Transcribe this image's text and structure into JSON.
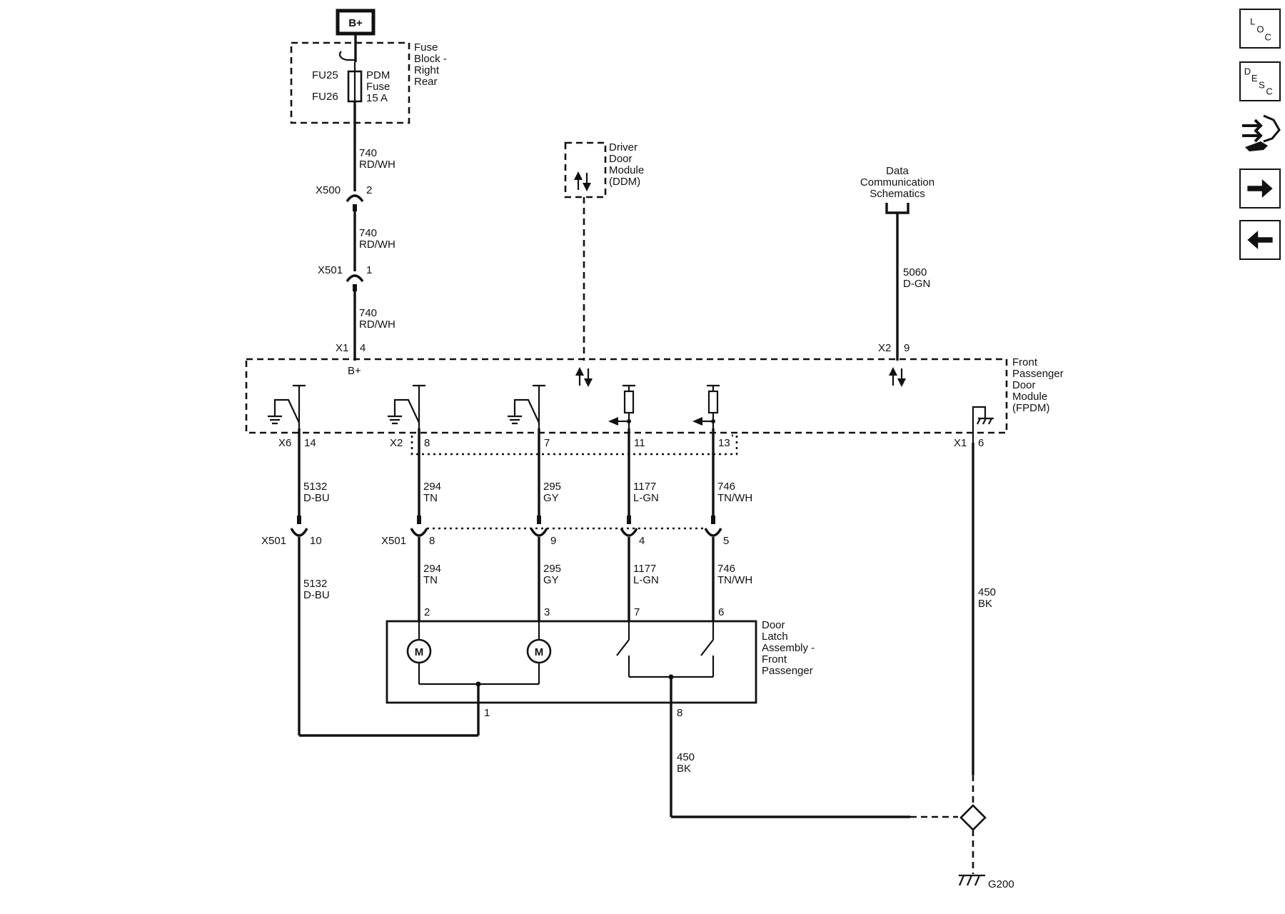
{
  "power_source": "B+",
  "fuse_block": {
    "title": [
      "Fuse",
      "Block -",
      "Right",
      "Rear"
    ],
    "fuse_ids": [
      "FU25",
      "FU26"
    ],
    "fuse_name": [
      "PDM",
      "Fuse",
      "15 A"
    ]
  },
  "feed_wires": [
    {
      "circuit": "740",
      "color": "RD/WH"
    },
    {
      "circuit": "740",
      "color": "RD/WH"
    },
    {
      "circuit": "740",
      "color": "RD/WH"
    }
  ],
  "feed_connectors": [
    {
      "name": "X500",
      "pin": "2"
    },
    {
      "name": "X501",
      "pin": "1"
    },
    {
      "name": "X1",
      "pin": "4"
    }
  ],
  "driver_module": [
    "Driver",
    "Door",
    "Module",
    "(DDM)"
  ],
  "data_comm": {
    "label": [
      "Data",
      "Communication",
      "Schematics"
    ],
    "circuit": "5060",
    "color": "D-GN",
    "connector": "X2",
    "pin": "9"
  },
  "fpdm": {
    "label": [
      "Front",
      "Passenger",
      "Door",
      "Module",
      "(FPDM)"
    ],
    "bplus": "B+",
    "ground_connector": "X1",
    "ground_pin": "6"
  },
  "module_pins": [
    {
      "connector": "X6",
      "pin": "14"
    },
    {
      "connector": "X2",
      "pin": "8"
    },
    {
      "connector": "",
      "pin": "7"
    },
    {
      "connector": "",
      "pin": "11"
    },
    {
      "connector": "",
      "pin": "13"
    }
  ],
  "upper_wires": [
    {
      "circuit": "5132",
      "color": "D-BU"
    },
    {
      "circuit": "294",
      "color": "TN"
    },
    {
      "circuit": "295",
      "color": "GY"
    },
    {
      "circuit": "1177",
      "color": "L-GN"
    },
    {
      "circuit": "746",
      "color": "TN/WH"
    }
  ],
  "x501_label": [
    "X501",
    "X501"
  ],
  "x501_pins": [
    "10",
    "8",
    "9",
    "4",
    "5"
  ],
  "lower_wires": [
    {
      "circuit": "5132",
      "color": "D-BU"
    },
    {
      "circuit": "294",
      "color": "TN"
    },
    {
      "circuit": "295",
      "color": "GY"
    },
    {
      "circuit": "1177",
      "color": "L-GN"
    },
    {
      "circuit": "746",
      "color": "TN/WH"
    }
  ],
  "latch": {
    "label": [
      "Door",
      "Latch",
      "Assembly -",
      "Front",
      "Passenger"
    ],
    "pins": [
      "2",
      "3",
      "7",
      "6"
    ],
    "common_pin": "1",
    "ground_pin": "8",
    "motor_symbol": "M"
  },
  "ground_wires": [
    {
      "circuit": "450",
      "color": "BK"
    },
    {
      "circuit": "450",
      "color": "BK"
    }
  ],
  "ground_point": "G200",
  "side_buttons": {
    "loc": [
      "L",
      "O",
      "C"
    ],
    "desc": [
      "D",
      "E",
      "S",
      "C"
    ]
  }
}
